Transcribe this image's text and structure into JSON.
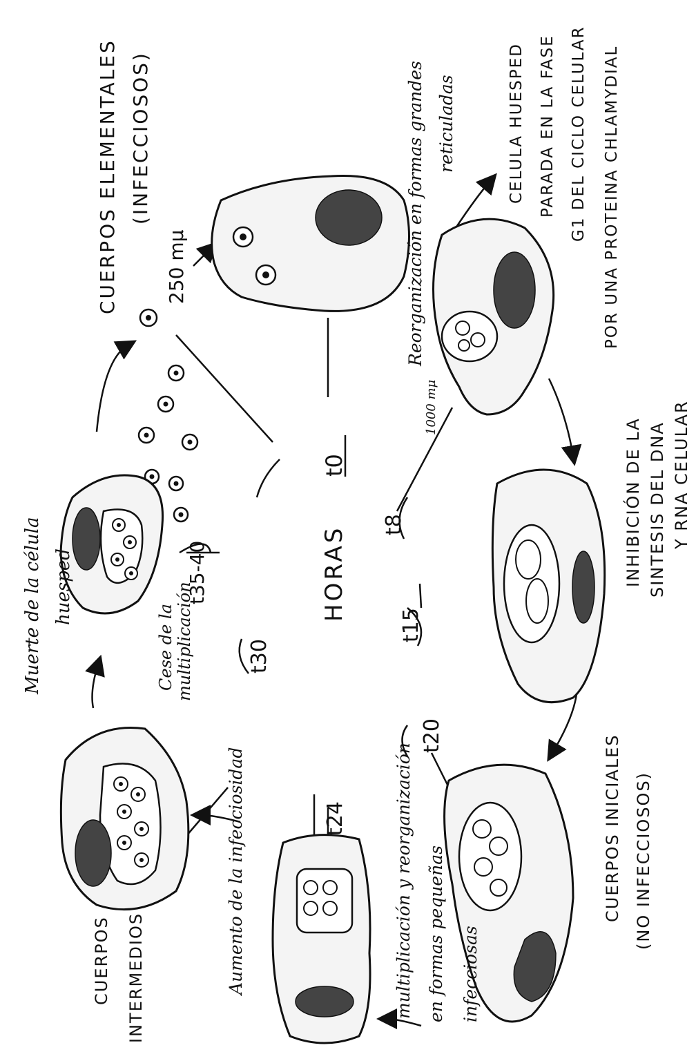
{
  "labels": {
    "cuerpos_elementales": "CUERPOS ELEMENTALES",
    "infecciosos": "(INFECCIOSOS)",
    "size_250": "250 mμ",
    "reorganizacion": "Reorganización en formas grandes",
    "reticuladas": "reticuladas",
    "size_1000": "1000 mμ",
    "celula_huesped": "CELULA HUESPED",
    "parada_fase": "PARADA EN LA FASE",
    "g1_ciclo": "G1 DEL CICLO CELULAR",
    "proteina": "POR UNA PROTEINA CHLAMYDIAL",
    "inhibicion": "INHIBICIÓN DE LA",
    "sintesis": "SINTESIS DEL DNA",
    "rna": "Y RNA CELULAR",
    "cuerpos_iniciales": "CUERPOS INICIALES",
    "no_infecciosos": "(NO INFECCIOSOS)",
    "multiplicacion": "multiplicación y reorganización",
    "formas_pequenas": "en formas pequeñas",
    "infecciosas": "infecciosas",
    "aumento": "Aumento de la infecciosidad",
    "cuerpos": "CUERPOS",
    "intermedios": "INTERMEDIOS",
    "muerte": "Muerte de la célula",
    "huesped": "huesped",
    "cese": "Cese de la",
    "multiplicacion2": "multiplicación",
    "horas": "HORAS",
    "t0": "t0",
    "t8": "t8",
    "t15": "t15",
    "t20": "t20",
    "t24": "t24",
    "t30": "t30",
    "t35_40": "t35-40"
  },
  "colors": {
    "ink": "#111111",
    "paper": "#ffffff",
    "stipple": "#f4f4f4"
  }
}
